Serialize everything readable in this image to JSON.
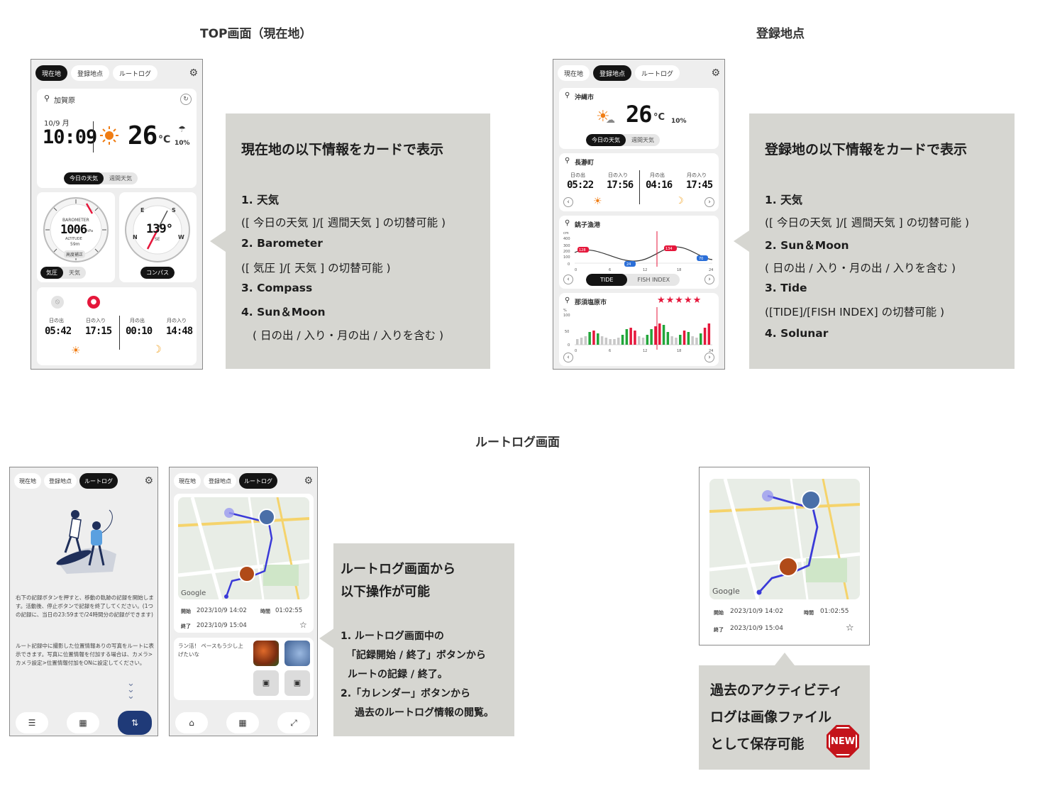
{
  "sections": {
    "top_title": "TOP画面（現在地）",
    "registered_title": "登録地点",
    "routelog_title": "ルートログ画面"
  },
  "tabs": {
    "current": "現在地",
    "registered": "登録地点",
    "routelog": "ルートログ"
  },
  "top_screen": {
    "location": "加賀原",
    "date": "10/9 月",
    "time": "10:09",
    "temp": "26",
    "temp_unit": "°C",
    "rain": "10%",
    "weather_tabs": [
      "今日の天気",
      "週間天気"
    ],
    "barometer_label": "BAROMETER",
    "barometer_value": "1006",
    "barometer_unit": "hPa",
    "altitude_label": "ALTITUDE",
    "altitude_value": "59m",
    "altitude_correction": "高度補正",
    "gauge_tabs": [
      "気圧",
      "天気"
    ],
    "compass_value": "139°",
    "compass_dir": "SE",
    "compass_btn": "コンパス",
    "sun_labels": [
      "日の出",
      "日の入り",
      "月の出",
      "月の入り"
    ],
    "sun_values": [
      "05:42",
      "17:15",
      "00:10",
      "14:48"
    ]
  },
  "top_callout": {
    "title": "現在地の以下情報をカードで表示",
    "lines": [
      "1. 天気",
      "([ 今日の天気 ]/[ 週間天気 ] の切替可能 )",
      "2. Barometer",
      "([ 気圧 ]/[ 天気 ] の切替可能 )",
      "3. Compass",
      "4. Sun＆Moon",
      "( 日の出 / 入り・月の出 / 入りを含む )"
    ]
  },
  "registered_screen": {
    "city1": "沖縄市",
    "temp": "26",
    "temp_unit": "°C",
    "rain": "10%",
    "weather_tabs": [
      "今日の天気",
      "週間天気"
    ],
    "city2": "長瀞町",
    "sun_labels": [
      "日の出",
      "日の入り",
      "月の出",
      "月の入り"
    ],
    "sun_values": [
      "05:22",
      "17:56",
      "04:16",
      "17:45"
    ],
    "city3": "銚子漁港",
    "tide_labels": [
      "128 cm",
      "134 cm",
      "24 cm",
      "70 cm"
    ],
    "tide_axis": [
      "0",
      "6",
      "12",
      "18",
      "24"
    ],
    "tide_y": [
      "cm",
      "400",
      "300",
      "200",
      "100",
      "0"
    ],
    "tide_tabs": [
      "TIDE",
      "FISH INDEX"
    ],
    "city4": "那須塩原市",
    "stars": "★★★★★",
    "fish_y": [
      "%",
      "100",
      "50",
      "0"
    ],
    "fish_axis": [
      "0",
      "6",
      "12",
      "18",
      "24"
    ]
  },
  "registered_callout": {
    "title": "登録地の以下情報をカードで表示",
    "lines": [
      "1. 天気",
      "([ 今日の天気 ]/[ 週間天気 ] の切替可能 )",
      "2. Sun＆Moon",
      "( 日の出 / 入り・月の出 / 入りを含む )",
      "3. Tide",
      "([TIDE]/[FISH INDEX] の切替可能 )",
      "4. Solunar"
    ]
  },
  "routelog_screen1": {
    "text1": "右下の記録ボタンを押すと、移動の軌跡の記録を開始します。活動後、停止ボタンで記録を終了してください。(1つの記録に、当日の23:59まで/24時間分の記録ができます)",
    "text2": "ルート記録中に撮影した位置情報ありの写真をルートに表示できます。写真に位置情報を付加する場合は、カメラ>カメラ設定>位置情報付加をONに設定してください。"
  },
  "routelog_screen2": {
    "start_label": "開始",
    "start_value": "2023/10/9 14:02",
    "duration_label": "時間",
    "duration_value": "01:02:55",
    "end_label": "終了",
    "end_value": "2023/10/9 15:04",
    "memo": "ラン活！ ペースもう少し上げたいな",
    "map_brand": "Google"
  },
  "routelog_callout": {
    "title_lines": [
      "ルートログ画面から",
      "以下操作が可能"
    ],
    "lines": [
      "1. ルートログ画面中の",
      "「記録開始 / 終了」ボタンから",
      "ルートの記録 / 終了。",
      "2.「カレンダー」ボタンから",
      "過去のルートログ情報の閲覧。"
    ]
  },
  "saved_image": {
    "start_label": "開始",
    "start_value": "2023/10/9 14:02",
    "duration_label": "時間",
    "duration_value": "01:02:55",
    "end_label": "終了",
    "end_value": "2023/10/9 15:04",
    "map_brand": "Google"
  },
  "saved_callout": {
    "lines": [
      "過去のアクティビティ",
      "ログは画像ファイル",
      "として保存可能"
    ],
    "badge": "NEW"
  },
  "colors": {
    "callout_bg": "#d6d6d1",
    "accent_red": "#e5173b",
    "route_blue": "#3a3ad8",
    "sun_orange": "#f07d14",
    "moon_yellow": "#f0a020",
    "dark_btn": "#1f3a78"
  }
}
